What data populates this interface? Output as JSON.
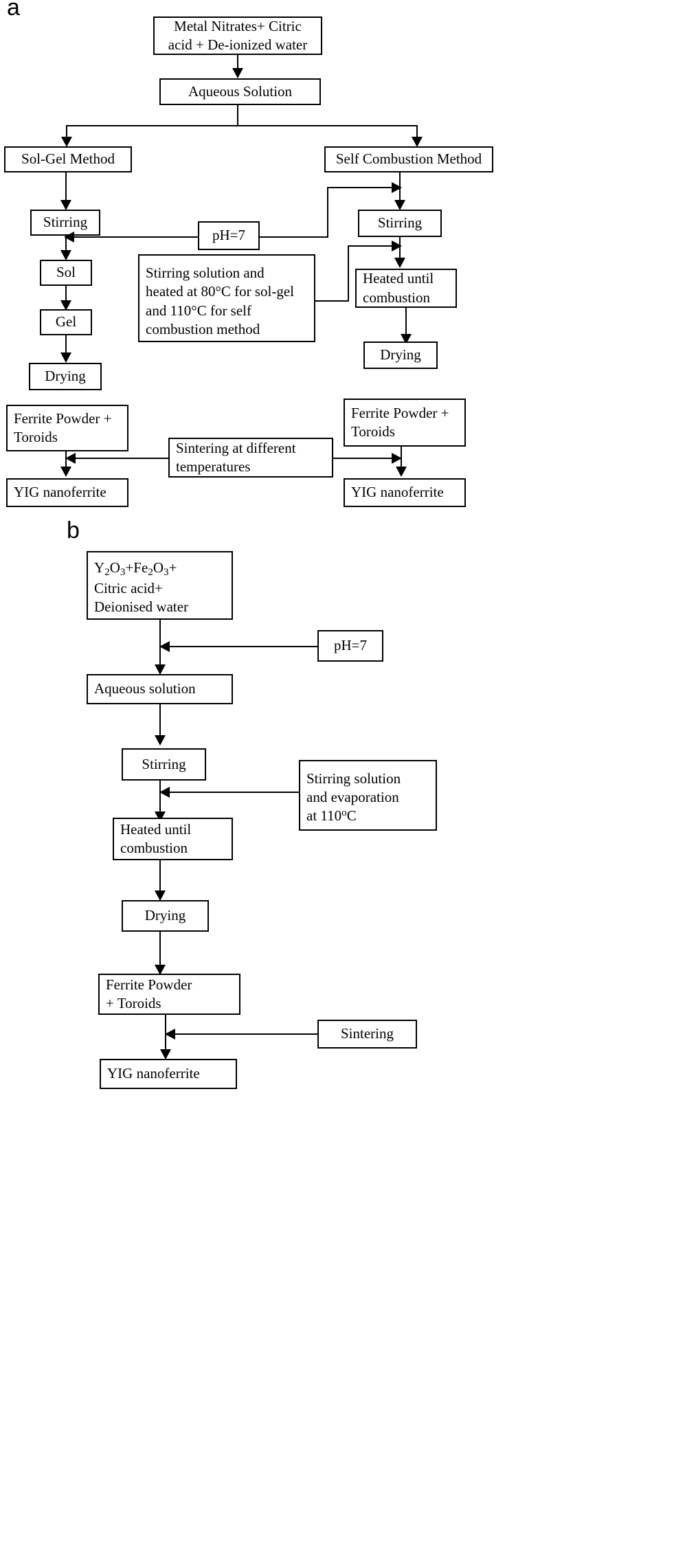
{
  "figure": {
    "panel_a_label": "a",
    "panel_b_label": "b"
  },
  "panel_a": {
    "nodes": {
      "precursors": "Metal Nitrates+ Citric\nacid + De-ionized water",
      "aqueous_solution": "Aqueous Solution",
      "sol_gel_method": "Sol-Gel Method",
      "self_combustion_method": "Self Combustion Method",
      "stirring_left": "Stirring",
      "stirring_right": "Stirring",
      "ph": "pH=7",
      "sol": "Sol",
      "gel": "Gel",
      "drying_left": "Drying",
      "heated_until_combustion": "Heated until\ncombustion",
      "drying_right": "Drying",
      "stirring_conditions": "Stirring solution and\nheated at 80°C for sol-gel\nand 110°C for self\ncombustion method",
      "ferrite_powder_left": "Ferrite Powder +\nToroids",
      "ferrite_powder_right": "Ferrite Powder +\nToroids",
      "sintering": "Sintering at different\ntemperatures",
      "yig_left": "YIG nanoferrite",
      "yig_right": "YIG nanoferrite"
    }
  },
  "panel_b": {
    "nodes": {
      "precursors_line1_a": "Y",
      "precursors_line1_sub1": "2",
      "precursors_line1_b": "O",
      "precursors_line1_sub2": "3",
      "precursors_line1_c": "+Fe",
      "precursors_line1_sub3": "2",
      "precursors_line1_d": "O",
      "precursors_line1_sub4": "3",
      "precursors_line1_e": "+",
      "precursors_line2": "Citric acid+",
      "precursors_line3": "Deionised water",
      "ph": "pH=7",
      "aqueous_solution": "Aqueous solution",
      "stirring": "Stirring",
      "stirring_conditions_l1": "Stirring solution",
      "stirring_conditions_l2": "and evaporation",
      "stirring_conditions_l3_a": "at 110",
      "stirring_conditions_l3_sup": "o",
      "stirring_conditions_l3_b": "C",
      "heated_until_combustion": "Heated until\ncombustion",
      "drying": "Drying",
      "ferrite_powder": "Ferrite Powder\n+ Toroids",
      "sintering": "Sintering",
      "yig": "YIG nanoferrite"
    }
  },
  "style": {
    "line_color": "#000000",
    "box_background": "#ffffff",
    "text_color": "#000000"
  }
}
